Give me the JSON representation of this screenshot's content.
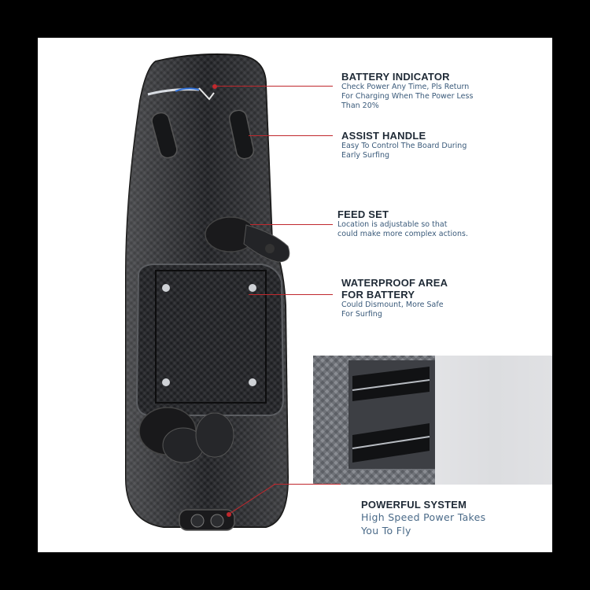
{
  "colors": {
    "background_frame": "#000000",
    "canvas": "#ffffff",
    "callout_line": "#c0282d",
    "title_text": "#1f2a36",
    "desc_text": "#3a5a7a"
  },
  "callouts": [
    {
      "title": "BATTERY INDICATOR",
      "desc": [
        "Check Power Any Time, Pls Return",
        "For  Charging When The Power Less",
        "Than 20%"
      ]
    },
    {
      "title": "ASSIST HANDLE",
      "desc": [
        "Easy To Control The Board During",
        "Early Surfing"
      ]
    },
    {
      "title": "FEED SET",
      "desc": [
        "Location is adjustable so that",
        "could make more complex actions."
      ]
    },
    {
      "title": [
        "WATERPROOF AREA",
        "FOR BATTERY"
      ],
      "desc": [
        "Could Dismount, More Safe",
        "For  Surfing"
      ]
    },
    {
      "title": "POWERFUL SYSTEM",
      "desc": [
        "High Speed Power Takes",
        "You To Fly"
      ]
    }
  ]
}
